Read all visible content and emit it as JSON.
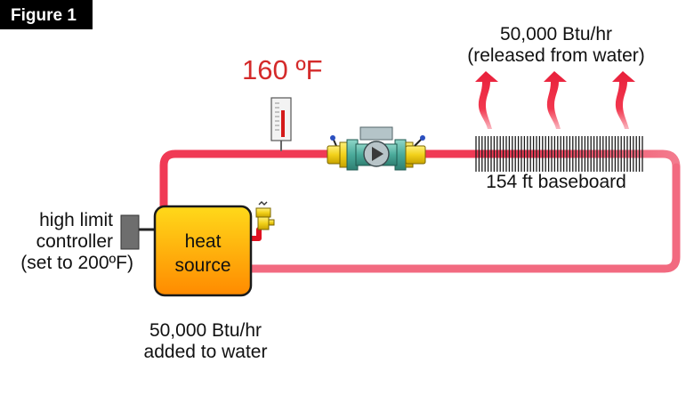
{
  "figure_label": "Figure 1",
  "thermometer_reading": "160 ºF",
  "heat_released": {
    "line1": "50,000 Btu/hr",
    "line2": "(released from water)"
  },
  "baseboard_label": "154 ft baseboard",
  "heat_source": {
    "line1": "heat",
    "line2": "source"
  },
  "controller_label": {
    "line1": "high limit",
    "line2": "controller",
    "line3": "(set to 200ºF)"
  },
  "heat_added": {
    "line1": "50,000 Btu/hr",
    "line2": "added to water"
  },
  "colors": {
    "supply_pipe": "#f03a55",
    "return_pipe": "#f26a80",
    "hot_text": "#d42a2a",
    "heat_arrow": "#f2374e",
    "boiler_top": "#ffd91a",
    "boiler_bottom": "#ff8a00",
    "valve": "#f2d11a",
    "circulator": "#4aaa9a",
    "controller": "#6e6e6e"
  }
}
